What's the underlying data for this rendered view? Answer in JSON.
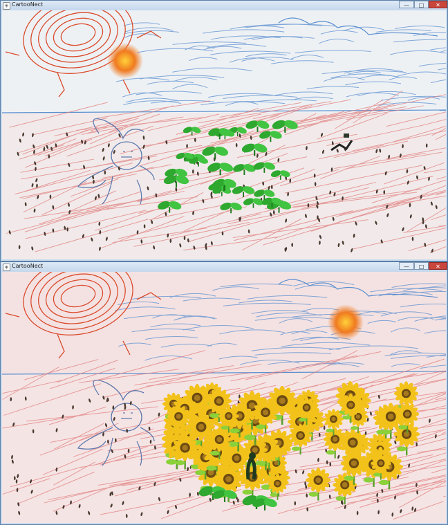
{
  "windows": [
    {
      "title": "CartooNect",
      "controls": {
        "minimize": "—",
        "maximize": "□",
        "close": "✕"
      },
      "sky_color": "#eef1f4",
      "ground_color": "#f2eaea",
      "scene": "sprouts"
    },
    {
      "title": "CartooNect",
      "controls": {
        "minimize": "—",
        "maximize": "□",
        "close": "✕"
      },
      "sky_color": "#f4e2e2",
      "ground_color": "#f5e4e4",
      "scene": "sunflowers"
    }
  ],
  "colors": {
    "sun_orange": "#f07a20",
    "sun_sketch": "#d94a2a",
    "sky_strokes": "#5a8fd0",
    "ground_strokes": "#e07a7a",
    "leaf_green": "#2ea82e",
    "petal_yellow": "#f2c21b",
    "seed_dark": "#4a3a30",
    "rabbit_sketch": "#4f6fa8"
  }
}
